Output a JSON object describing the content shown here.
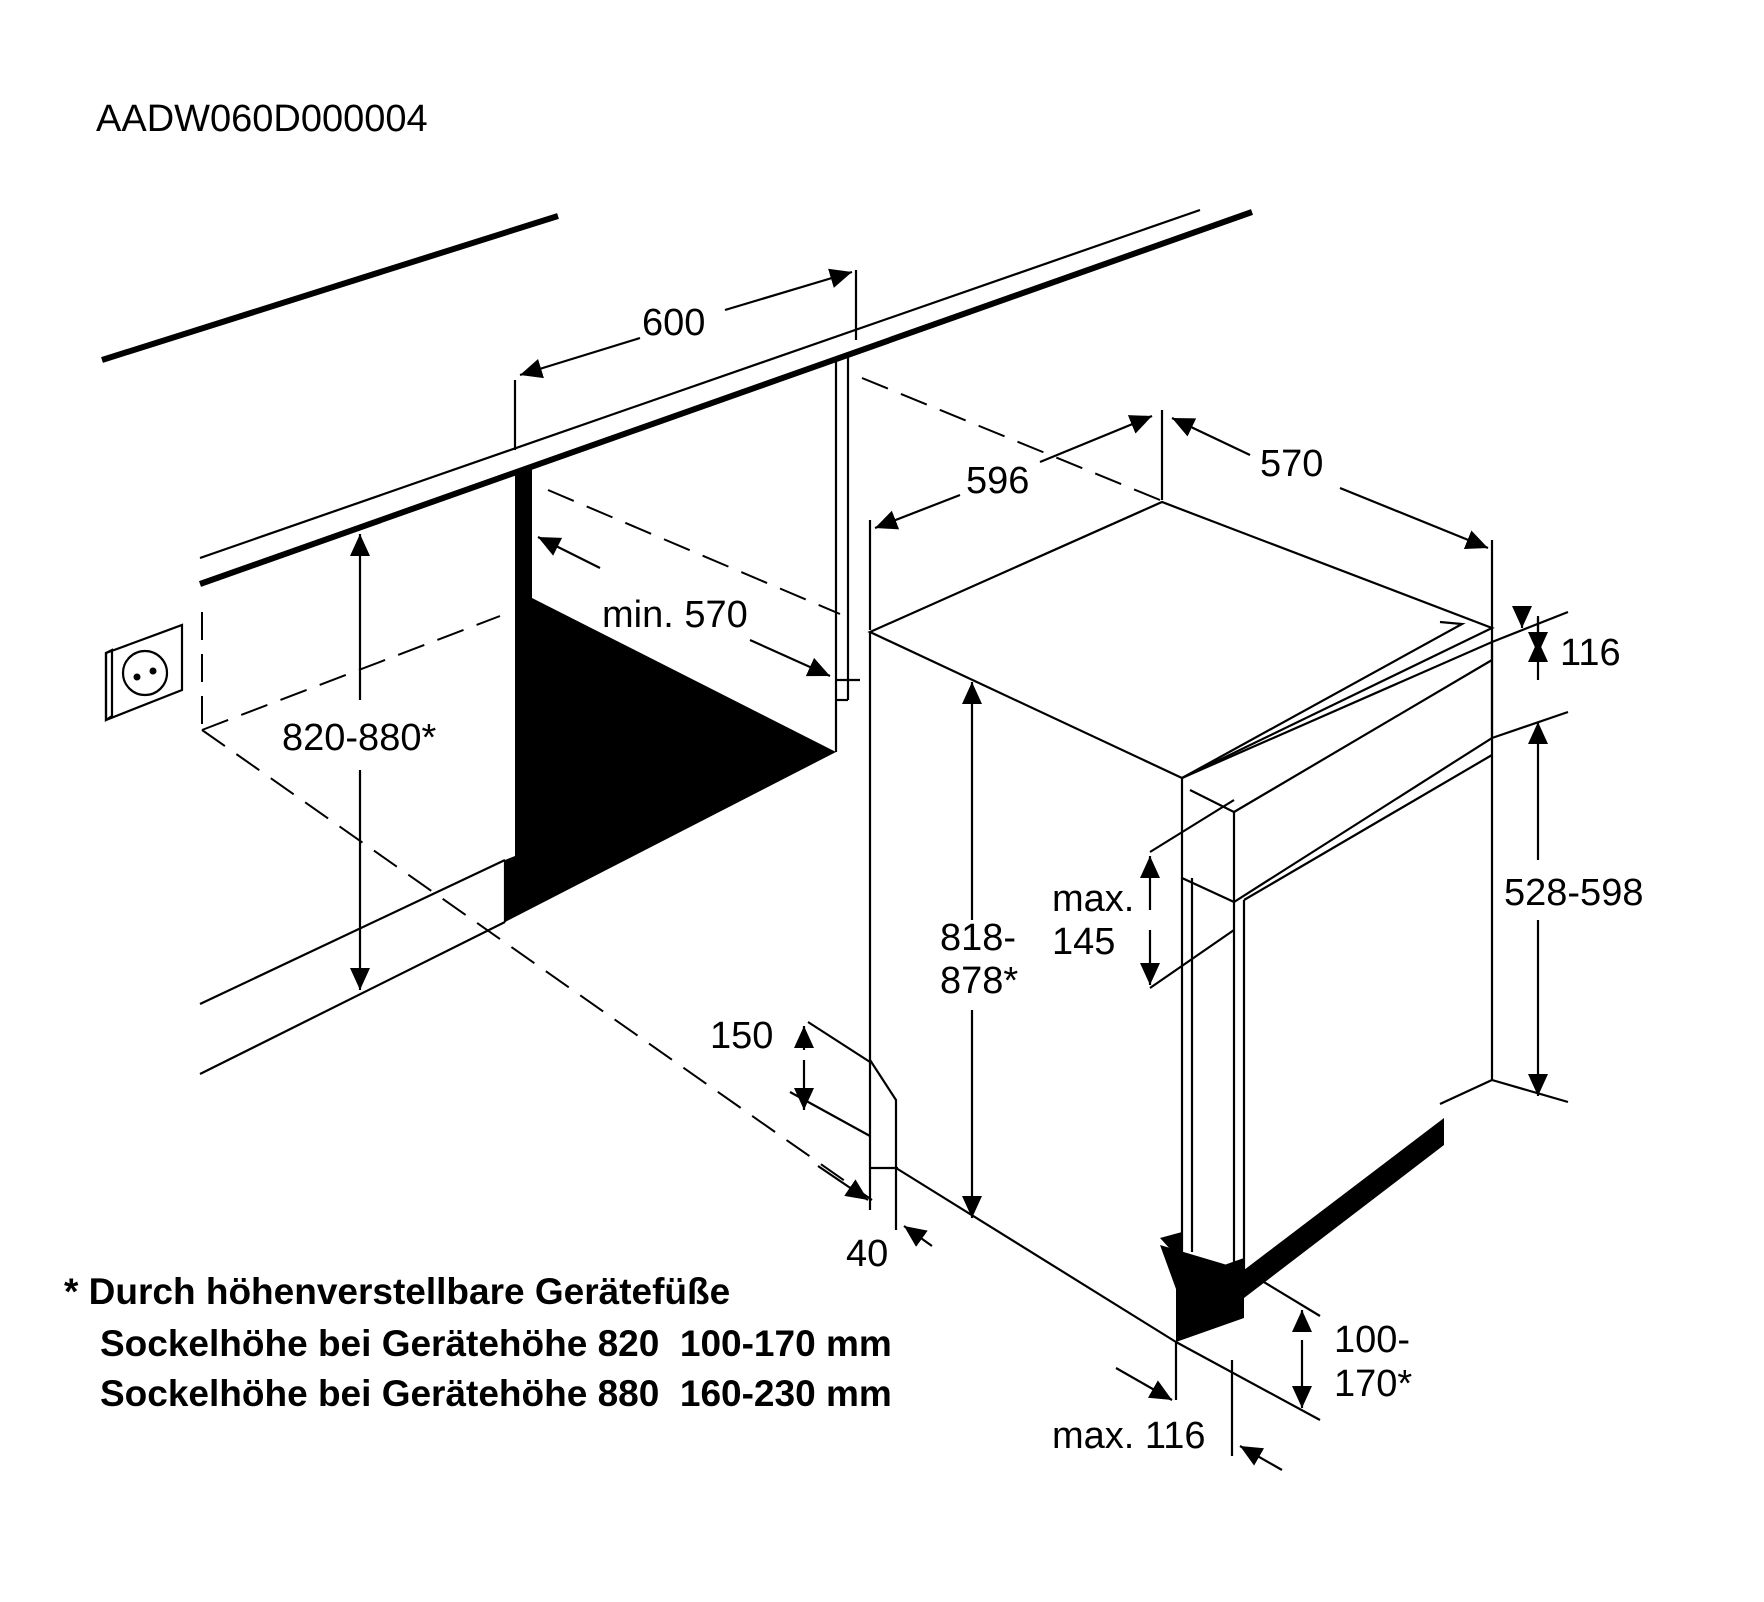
{
  "model_code": "AADW060D000004",
  "dimensions": {
    "niche_width": "600",
    "appliance_width": "596",
    "appliance_depth": "570",
    "niche_depth": "min. 570",
    "niche_height": "820-880*",
    "appliance_height_line1": "818-",
    "appliance_height_line2": "878*",
    "panel_top": "116",
    "door_height": "528-598",
    "panel_overhang_line1": "max.",
    "panel_overhang_line2": "145",
    "plinth_depth": "150",
    "plinth_offset": "40",
    "plinth_height_line1": "100-",
    "plinth_height_line2": "170*",
    "door_overhang": "max. 116"
  },
  "footnote": {
    "line1": "* Durch höhenverstellbare Gerätefüße",
    "line2": "Sockelhöhe bei Gerätehöhe 820  100-170 mm",
    "line3": "Sockelhöhe bei Gerätehöhe 880  160-230 mm"
  }
}
